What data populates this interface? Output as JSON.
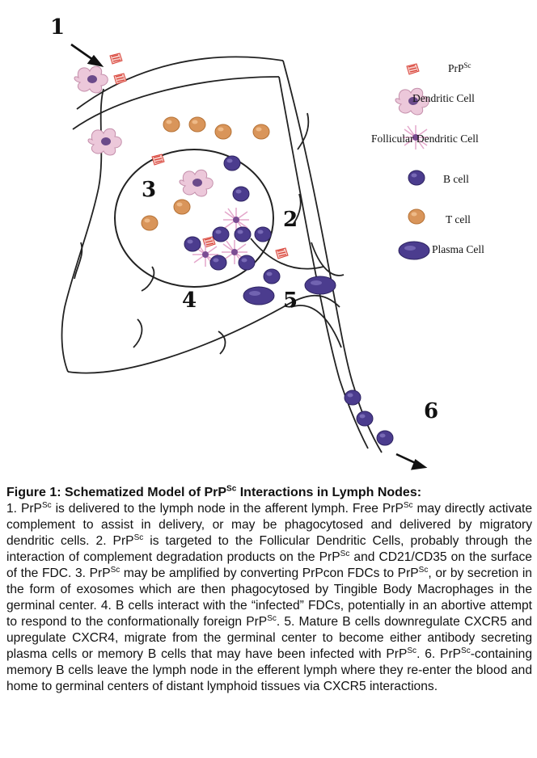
{
  "labels": {
    "n1": "1",
    "n2": "2",
    "n3": "3",
    "n4": "4",
    "n5": "5",
    "n6": "6"
  },
  "legend": {
    "prpsc_base": "PrP",
    "prpsc_sup": "Sc",
    "dendritic": "Dendritic Cell",
    "fdc": "Follicular Dendritic Cell",
    "bcell": "B cell",
    "tcell": "T cell",
    "plasma": "Plasma Cell"
  },
  "colors": {
    "bcell": "#4b3c8e",
    "tcell": "#d9955a",
    "dendritic": "#ecc8da",
    "fdc": "#e9b7d6",
    "prion": "#d8443a"
  },
  "caption": {
    "title_html": "Figure 1: Schematized Model of PrP<sup>Sc</sup> Interactions in Lymph Nodes:",
    "body_html": "1. PrP<sup>Sc</sup> is delivered to the lymph node in the afferent lymph. Free PrP<sup>Sc</sup> may directly activate complement to assist in delivery, or may be phagocytosed and delivered by migratory dendritic cells. 2. PrP<sup>Sc</sup> is targeted to the Follicular Dendritic Cells, probably through the interaction of complement degradation products on the PrP<sup>Sc</sup> and CD21/CD35 on the surface of the FDC. 3. PrP<sup>Sc</sup> may be amplified by converting PrPcon FDCs to PrP<sup>Sc</sup>, or by secretion in the form of exosomes which are then phagocytosed by Tingible Body Macrophages in the germinal center. 4. B cells interact with the “infected” FDCs, potentially in an abortive attempt to respond to the conformationally foreign PrP<sup>Sc</sup>. 5. Mature B cells downregulate CXCR5 and upregulate CXCR4, migrate from the germinal center to become either antibody secreting plasma cells or memory B cells that may have been infected with PrP<sup>Sc</sup>. 6. PrP<sup>Sc</sup>-containing memory B cells leave the lymph node in the efferent lymph where they re-enter the blood and home to germinal centers of distant lymphoid tissues via CXCR5 interactions."
  }
}
